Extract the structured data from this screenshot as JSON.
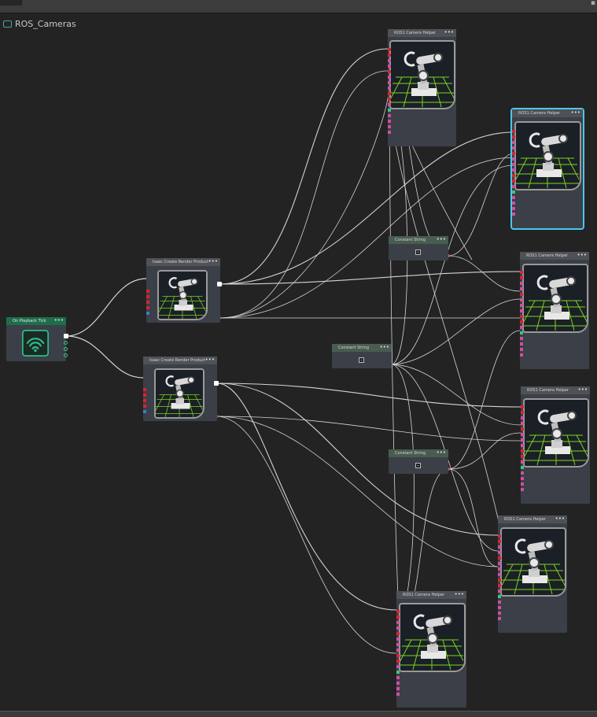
{
  "graph": {
    "title": "ROS_Cameras"
  },
  "nodes": {
    "tick": {
      "title": "On Playback Tick"
    },
    "render_a": {
      "title": "Isaac Create Render Product"
    },
    "render_b": {
      "title": "Isaac Create Render Product"
    },
    "const_1": {
      "title": "Constant String"
    },
    "const_2": {
      "title": "Constant String"
    },
    "const_3": {
      "title": "Constant String"
    },
    "helper_1": {
      "title": "ROS1 Camera Helper"
    },
    "helper_2": {
      "title": "ROS1 Camera Helper"
    },
    "helper_3": {
      "title": "ROS1 Camera Helper"
    },
    "helper_4": {
      "title": "ROS1 Camera Helper"
    },
    "helper_5": {
      "title": "ROS1 Camera Helper"
    },
    "helper_6": {
      "title": "ROS1 Camera Helper"
    }
  },
  "icons": [
    "robot-arm-icon",
    "wifi-icon",
    "graph-icon"
  ],
  "colors": {
    "background": "#232323",
    "node_body": "#3b3f47",
    "wire": "#e8e8e8",
    "selection": "#4fc6ec",
    "tick_header": "#1d6e4a",
    "pin_exec": "#e02030",
    "pin_string": "#cf4fa0",
    "pin_bool": "#3ec47d"
  },
  "options_glyph": "•••"
}
